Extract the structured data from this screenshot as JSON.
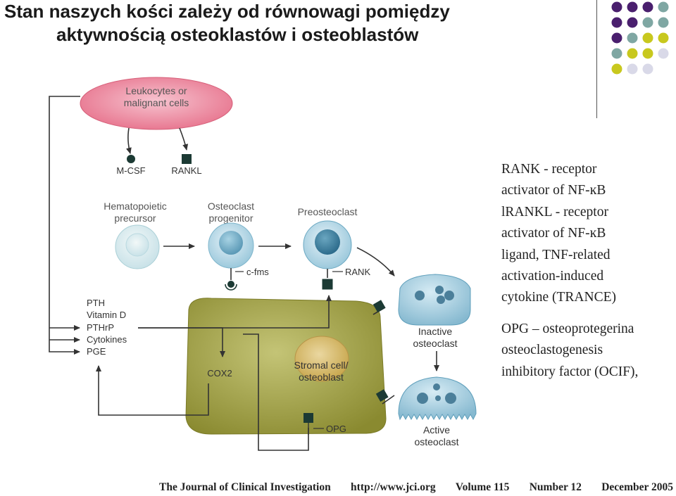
{
  "title": {
    "line1": "Stan naszych kości zależy od równowagi pomiędzy",
    "line2": "aktywnością osteoklastów i osteoblastów"
  },
  "decor": {
    "dot_colors": [
      "#4a1f6e",
      "#7fa7a3",
      "#c8c81e",
      "#d9d9e8"
    ],
    "dot_rows": [
      [
        "purple",
        "purple",
        "purple",
        "teal"
      ],
      [
        "purple",
        "purple",
        "teal",
        "teal"
      ],
      [
        "purple",
        "teal",
        "lime",
        "lime"
      ],
      [
        "teal",
        "lime",
        "lime",
        "lavender"
      ],
      [
        "lime",
        "lavender",
        "lavender",
        "none"
      ]
    ]
  },
  "diagram": {
    "leukocytes_line1": "Leukocytes or",
    "leukocytes_line2": "malignant cells",
    "mcsf": "M-CSF",
    "rankl": "RANKL",
    "hematopoietic_line1": "Hematopoietic",
    "hematopoietic_line2": "precursor",
    "progenitor_line1": "Osteoclast",
    "progenitor_line2": "progenitor",
    "preosteoclast": "Preosteoclast",
    "cfms": "c-fms",
    "rank": "RANK",
    "factors": [
      "PTH",
      "Vitamin D",
      "PTHrP",
      "Cytokines",
      "PGE"
    ],
    "cox2": "COX2",
    "stromal_line1": "Stromal cell/",
    "stromal_line2": "osteoblast",
    "inactive_line1": "Inactive",
    "inactive_line2": "osteoclast",
    "active_line1": "Active",
    "active_line2": "osteoclast",
    "opg": "OPG",
    "colors": {
      "leukocyte": "#ea7d96",
      "stromal": "#9c9c3c",
      "nucleus_tan": "#d0b060",
      "cell_blue": "#8fc2d8",
      "dark_marker": "#1c3a34",
      "arrow": "#333333"
    }
  },
  "legend": {
    "rank_1": "RANK - receptor",
    "rank_2": "activator of NF-ĸB",
    "rankl_1": "lRANKL - receptor",
    "rankl_2": "activator of NF-ĸB",
    "rankl_3": "ligand, TNF-related",
    "rankl_4": "activation-induced",
    "rankl_5": "cytokine (TRANCE)",
    "opg_1": "OPG – osteoprotegerina",
    "opg_2": "osteoclastogenesis",
    "opg_3": "inhibitory factor (OCIF),"
  },
  "footer": {
    "journal": "The Journal of Clinical Investigation",
    "url": "http://www.jci.org",
    "volume": "Volume 115",
    "number": "Number 12",
    "date": "December 2005"
  }
}
